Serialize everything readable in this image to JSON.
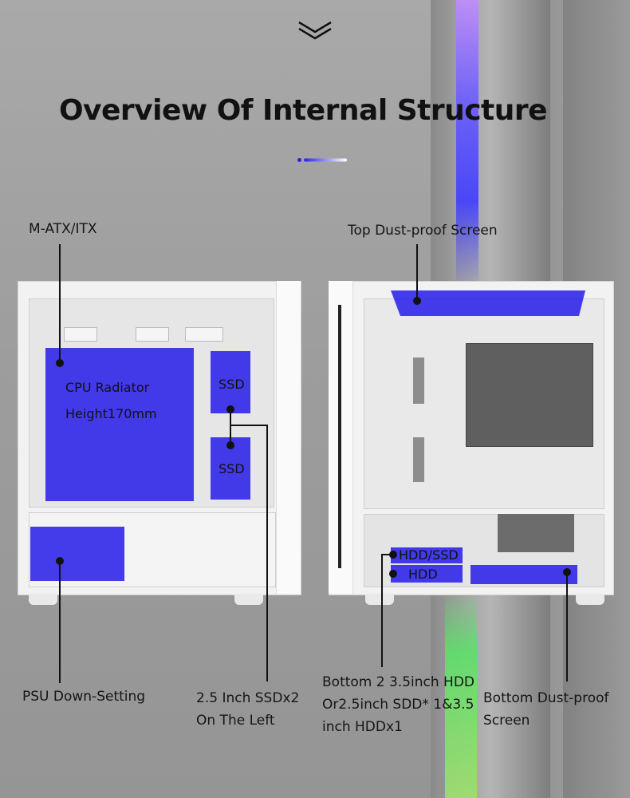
{
  "title": "Overview Of Internal Structure",
  "colors": {
    "accent_blue": "#2b22e8",
    "text": "#111111"
  },
  "icons": {
    "chevron": "double-chevron-down-icon"
  },
  "labels": {
    "matx": "M-ATX/ITX",
    "top_dust": "Top Dust-proof Screen",
    "psu": "PSU Down-Setting",
    "ssd_left_line1": "2.5 Inch SSDx2",
    "ssd_left_line2": "On The Left",
    "bottom_hdd_line1": "Bottom 2 3.5inch HDD",
    "bottom_hdd_line2": "Or2.5inch SDD* 1&3.5",
    "bottom_hdd_line3": "inch HDDx1",
    "bottom_dust_line1": "Bottom Dust-proof",
    "bottom_dust_line2": "Screen"
  },
  "blocks": {
    "cpu_line1": "CPU Radiator",
    "cpu_line2": "Height170mm",
    "ssd_top": "SSD",
    "ssd_bottom": "SSD",
    "hdd_ssd": "HDD/SSD",
    "hdd": "HDD"
  }
}
